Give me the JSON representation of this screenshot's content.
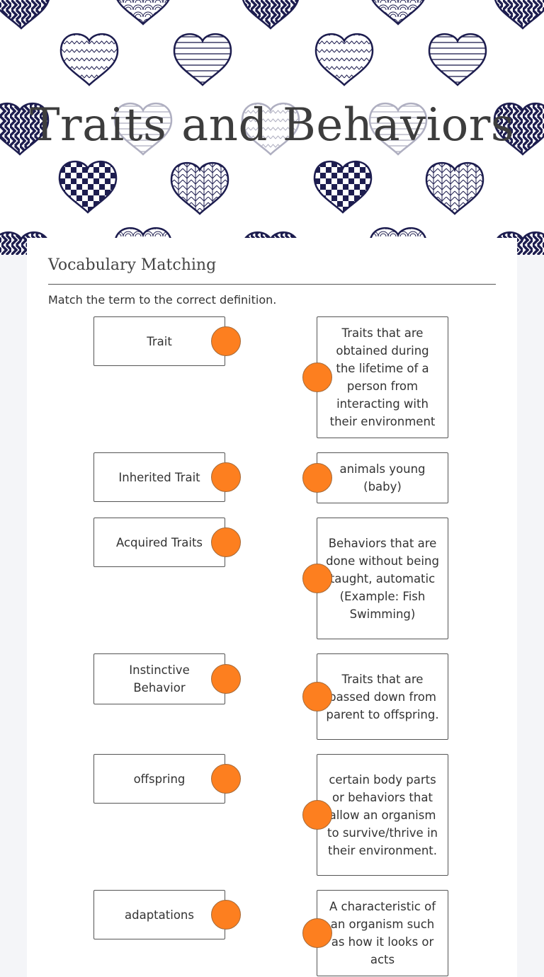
{
  "header": {
    "title": "Traits and Behaviors"
  },
  "section": {
    "title": "Vocabulary Matching",
    "instructions": "Match the term to the correct definition."
  },
  "terms": [
    {
      "label": "Trait"
    },
    {
      "label": "Inherited Trait"
    },
    {
      "label": "Acquired Traits"
    },
    {
      "label": "Instinctive Behavior"
    },
    {
      "label": "offspring"
    },
    {
      "label": "adaptations"
    }
  ],
  "definitions": [
    {
      "text": "Traits that are obtained during the lifetime of a person from interacting with their environment"
    },
    {
      "text": "animals young (baby)"
    },
    {
      "text": "Behaviors that are done without being taught, automatic (Example: Fish Swimming)"
    },
    {
      "text": "Traits that are passed down from parent to offspring."
    },
    {
      "text": "certain body parts or behaviors that allow an organism to survive/thrive in their environment."
    },
    {
      "text": "A characteristic of an organism such as how it looks or acts"
    }
  ],
  "colors": {
    "accent": "#fd7f1f",
    "heart": "#1d1d4f"
  },
  "icons": {
    "connector": "connector-dot-icon",
    "pattern": "heart-pattern-icon"
  }
}
